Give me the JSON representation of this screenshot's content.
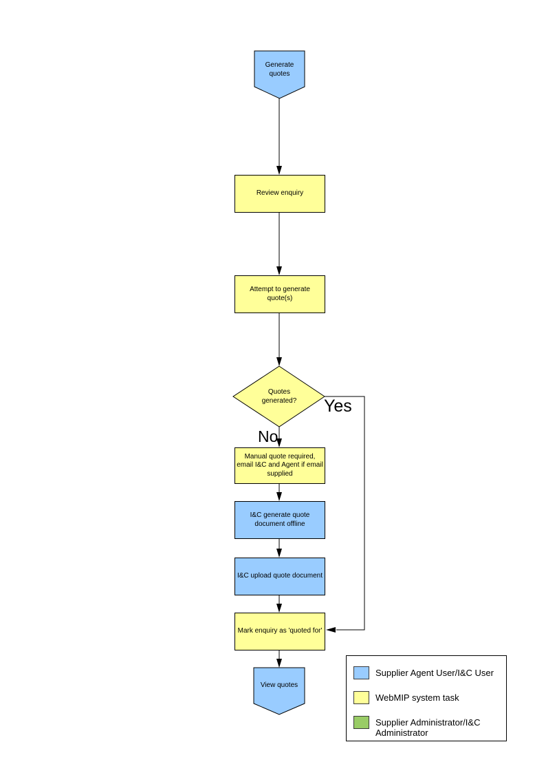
{
  "diagram": {
    "colors": {
      "user_task": "#99CCFF",
      "system_task": "#FFFF99",
      "admin_task": "#99CC66",
      "line": "#000000"
    },
    "nodes": {
      "start": {
        "label": "Generate quotes"
      },
      "review": {
        "label": "Review enquiry"
      },
      "attempt": {
        "label": "Attempt to generate quote(s)"
      },
      "decision": {
        "label": "Quotes generated?"
      },
      "manual": {
        "label": "Manual quote required, email I&C and Agent if email supplied"
      },
      "offline": {
        "label": "I&C generate quote document offline"
      },
      "upload": {
        "label": "I&C upload quote document"
      },
      "mark": {
        "label": "Mark enquiry as 'quoted for'"
      },
      "end": {
        "label": "View quotes"
      }
    },
    "branches": {
      "yes": "Yes",
      "no": "No"
    },
    "legend": {
      "items": [
        {
          "label": "Supplier Agent User/I&C User",
          "color": "#99CCFF"
        },
        {
          "label": "WebMIP system task",
          "color": "#FFFF99"
        },
        {
          "label": "Supplier Administrator/I&C Administrator",
          "color": "#99CC66"
        }
      ]
    }
  }
}
